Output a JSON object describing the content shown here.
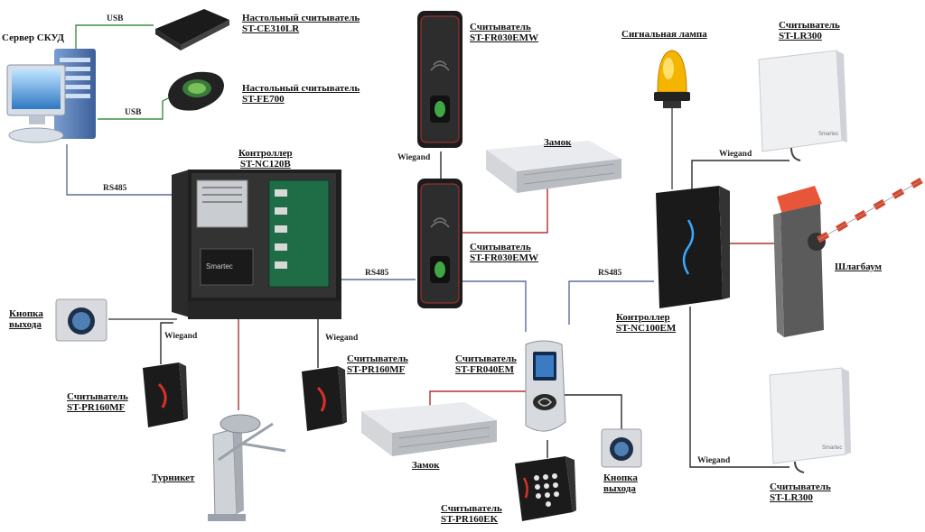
{
  "colors": {
    "rs485": "#5a6f99",
    "wiegand": "#2c2c2c",
    "usb": "#3e8e41",
    "power": "#b03030",
    "barrier": "#d9442a"
  },
  "labels": {
    "server": "Сервер СКУД",
    "desktop_reader_1": {
      "line1": "Настольный считыватель",
      "line2": "ST-CE310LR"
    },
    "desktop_reader_2": {
      "line1": "Настольный считыватель",
      "line2": "ST-FE700"
    },
    "fr030_top": {
      "line1": "Считыватель",
      "line2": "ST-FR030EMW"
    },
    "fr030_mid": {
      "line1": "Считыватель",
      "line2": "ST-FR030EMW"
    },
    "controller_nc120b": {
      "line1": "Контроллер",
      "line2": "ST-NC120B"
    },
    "lock_top": "Замок",
    "signal_lamp": "Сигнальная лампа",
    "lr300_top": {
      "line1": "Считыватель",
      "line2": "ST-LR300"
    },
    "barrier": "Шлагбаум",
    "controller_nc100em": {
      "line1": "Контроллер",
      "line2": "ST-NC100EM"
    },
    "exit_button_left": {
      "line1": "Кнопка",
      "line2": "выхода"
    },
    "pr160mf_left": {
      "line1": "Считыватель",
      "line2": "ST-PR160MF"
    },
    "pr160mf_mid": {
      "line1": "Считыватель",
      "line2": "ST-PR160MF"
    },
    "fr040em": {
      "line1": "Считыватель",
      "line2": "ST-FR040EM"
    },
    "turnstile": "Турникет",
    "lock_bottom": "Замок",
    "pr160ek": {
      "line1": "Считыватель",
      "line2": "ST-PR160EK"
    },
    "exit_button_right": {
      "line1": "Кнопка",
      "line2": "выхода"
    },
    "lr300_bottom": {
      "line1": "Считыватель",
      "line2": "ST-LR300"
    }
  },
  "connections": {
    "usb_1": "USB",
    "usb_2": "USB",
    "rs485_1": "RS485",
    "rs485_2": "RS485",
    "rs485_3": "RS485",
    "wiegand_1": "Wiegand",
    "wiegand_2": "Wiegand",
    "wiegand_3": "Wiegand",
    "wiegand_4": "Wiegand",
    "wiegand_5": "Wiegand"
  },
  "device_brand": "Smartec",
  "icons": [
    "server-icon",
    "desktop-reader-icon",
    "fingerprint-reader-icon",
    "controller-cabinet-icon",
    "magnetic-lock-icon",
    "signal-lamp-icon",
    "uhf-reader-icon",
    "barrier-gate-icon",
    "proximity-reader-icon",
    "exit-button-icon",
    "turnstile-icon",
    "face-reader-icon",
    "keypad-reader-icon"
  ]
}
